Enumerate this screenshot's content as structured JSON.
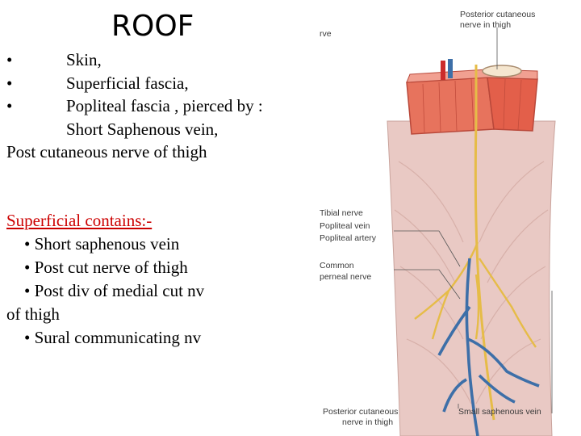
{
  "title": "ROOF",
  "roof": {
    "items": [
      {
        "bullet": "•",
        "text": "Skin,"
      },
      {
        "bullet": "•",
        "text": "Superficial fascia,"
      },
      {
        "bullet": "•",
        "text": "Popliteal fascia , pierced by :"
      }
    ],
    "pierced_1": "Short Saphenous vein,",
    "pierced_2": "Post cutaneous nerve of thigh"
  },
  "superficial": {
    "heading": "Superficial contains:-",
    "items": [
      "• Short saphenous vein",
      "• Post cut nerve of thigh",
      "• Post div of medial cut nv",
      "of thigh",
      "• Sural communicating nv"
    ]
  },
  "figure": {
    "labels": {
      "rve": "rve",
      "post_cut_top_1": "Posterior cutaneous",
      "post_cut_top_2": "nerve in thigh",
      "tibial": "Tibial nerve",
      "pop_vein": "Popliteal vein",
      "pop_artery": "Popliteal artery",
      "common_1": "Common",
      "common_2": "perneal nerve",
      "post_cut_bot_1": "Posterior cutaneous",
      "post_cut_bot_2": "nerve in thigh",
      "small_saph": "Small saphenous vein"
    },
    "colors": {
      "skin": "#e9c9c4",
      "muscle": "#e7735d",
      "nerve": "#e6bc48",
      "vein": "#3d6fa8",
      "artery": "#cc2b2b"
    }
  }
}
